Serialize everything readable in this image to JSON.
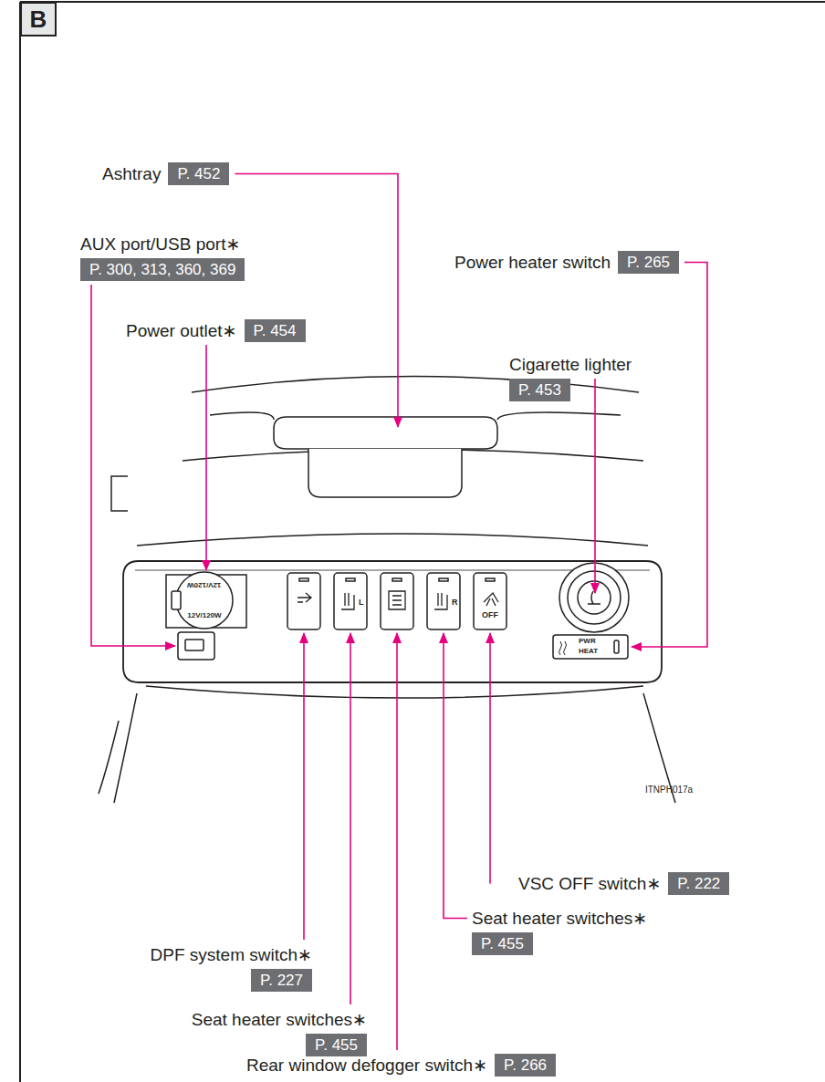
{
  "diagram": {
    "nodes": [
      {
        "text": [
          "B"
        ]
      },
      {
        "text": [
          "Ashtray",
          "P. 452"
        ]
      },
      {
        "text": [
          "AUX port/USB port∗",
          "P. 300, 313, 360, 369"
        ]
      },
      {
        "text": [
          "Power heater switch",
          "P. 265"
        ]
      },
      {
        "text": [
          "Power outlet∗",
          "P. 454"
        ]
      },
      {
        "text": [
          "Cigarette lighter",
          "P. 453"
        ]
      },
      {
        "text": [
          "VSC OFF switch∗",
          "P. 222"
        ]
      },
      {
        "text": [
          "Seat heater switches∗",
          "P. 455"
        ]
      },
      {
        "text": [
          "DPF system switch∗",
          "P. 227"
        ]
      },
      {
        "text": [
          "Seat heater switches∗",
          "P. 455"
        ]
      },
      {
        "text": [
          "Rear window defogger switch∗",
          "P. 266"
        ]
      }
    ],
    "labels": [
      "12V/120W",
      "12V/120W",
      "L",
      "R",
      "OFF",
      "PWR",
      "HEAT",
      "ITNPH017a"
    ]
  }
}
